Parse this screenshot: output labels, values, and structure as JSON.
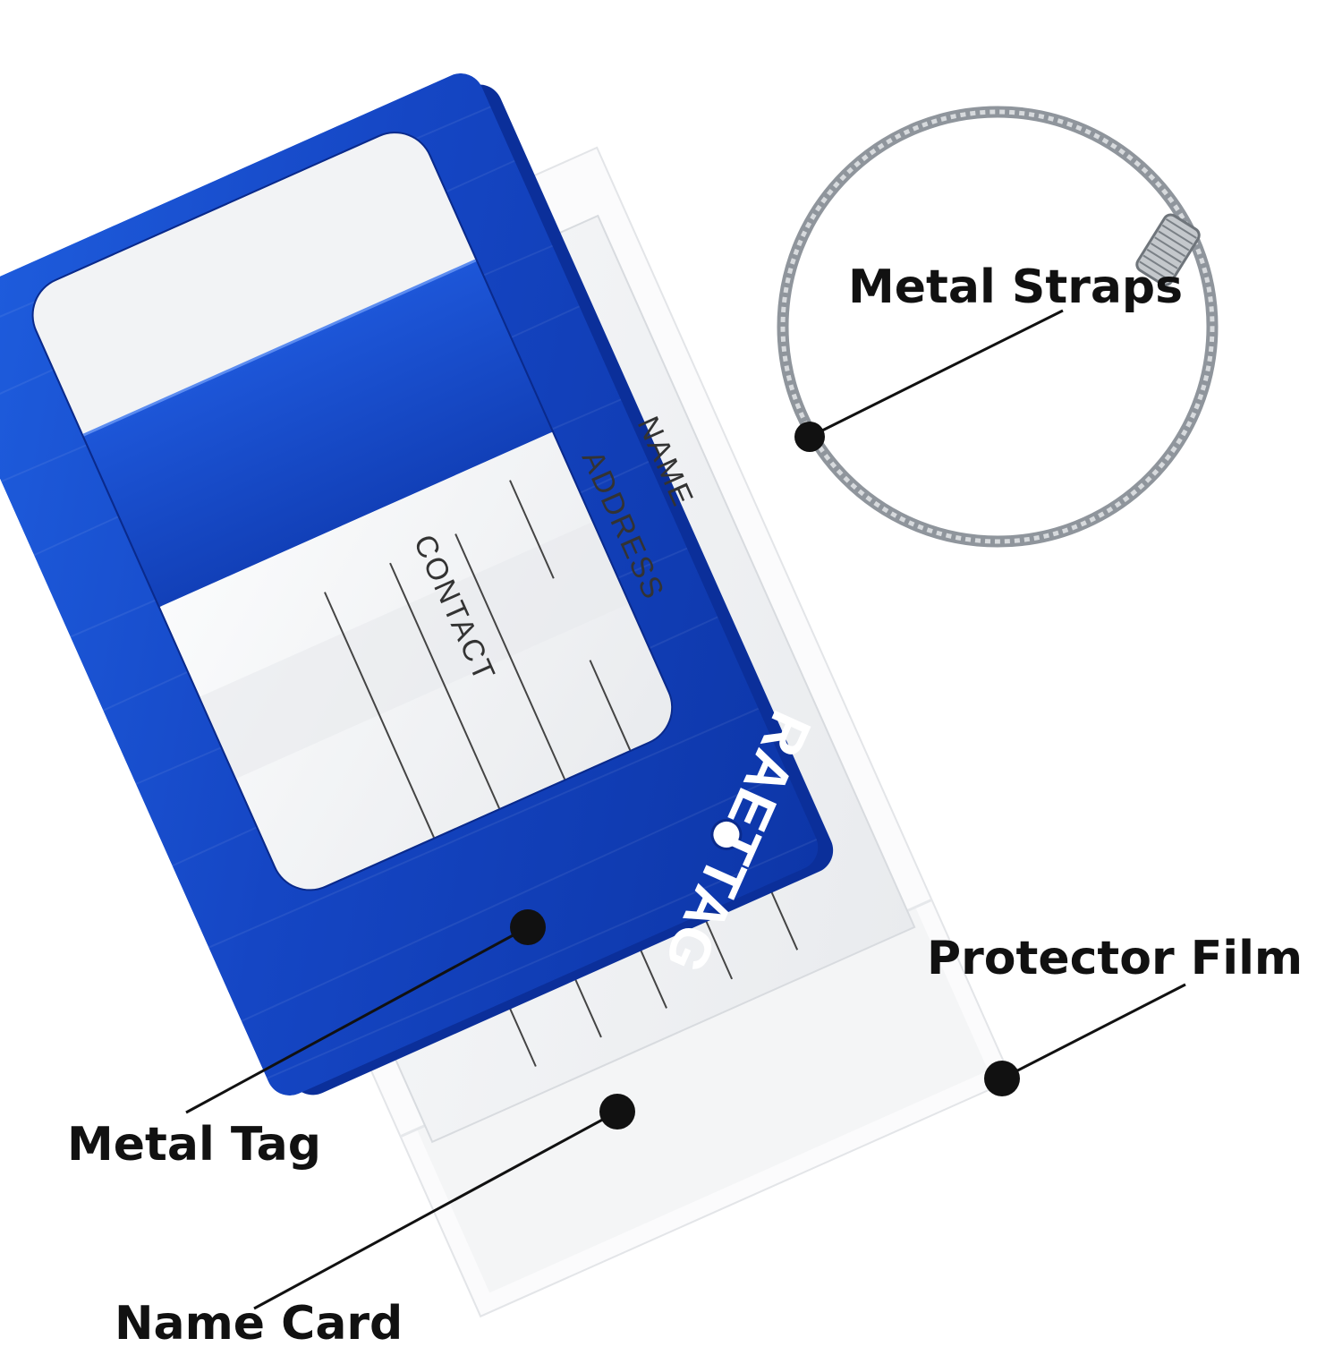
{
  "brand": {
    "name": "RAETTAG",
    "color": "#1546c4"
  },
  "card_fields": [
    "NAME",
    "ADDRESS",
    "CONTACT"
  ],
  "callouts": {
    "metal_straps": "Metal Straps",
    "protector_film": "Protector Film",
    "metal_tag": "Metal Tag",
    "name_card": "Name Card"
  },
  "colors": {
    "tag_blue": "#1546c4",
    "tag_blue_light": "#2f6fe8",
    "tag_blue_dark": "#0b2f9a",
    "card": "#f4f5f7",
    "film": "#fbfbfc",
    "wire": "#9aa0a6",
    "ink": "#111111"
  }
}
